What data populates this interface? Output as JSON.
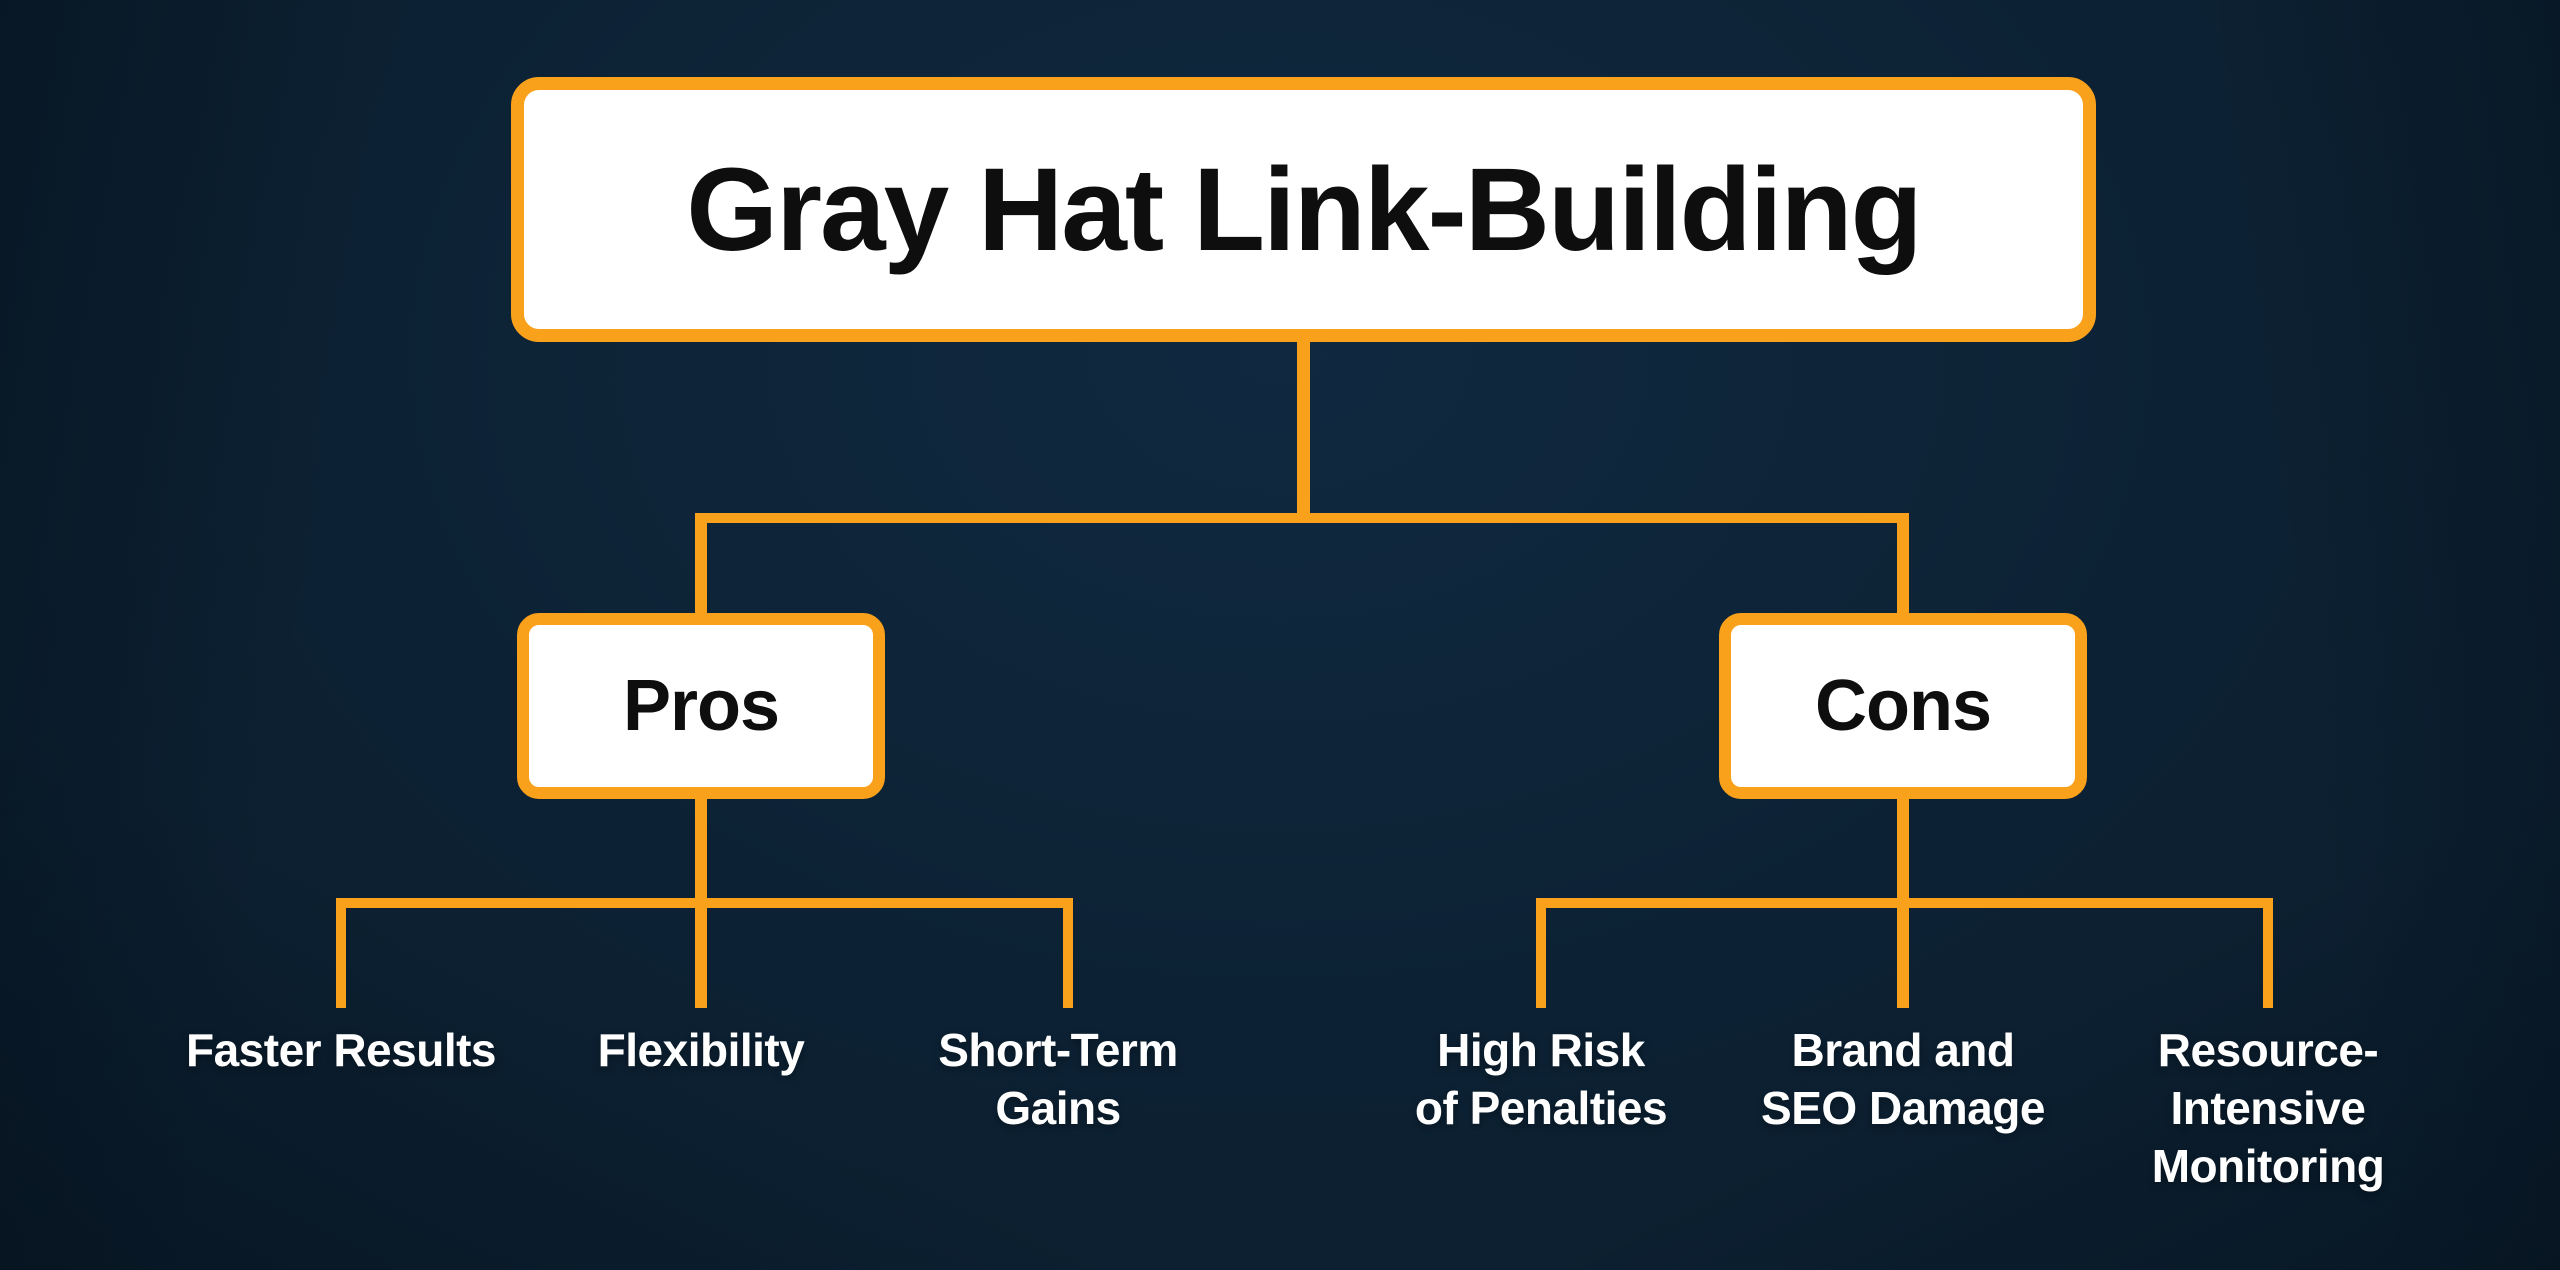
{
  "diagram": {
    "title": "Gray Hat Link-Building",
    "branches": [
      {
        "label": "Pros",
        "children": [
          "Faster Results",
          "Flexibility",
          "Short-Term\nGains"
        ]
      },
      {
        "label": "Cons",
        "children": [
          "High Risk\nof Penalties",
          "Brand and\nSEO Damage",
          "Resource-\nIntensive\nMonitoring"
        ]
      }
    ],
    "colors": {
      "background": "#0C2133",
      "background_shadow": "#040E18",
      "accent_orange": "#F9A11B",
      "node_fill": "#FFFFFF",
      "node_text": "#0E0E0E",
      "leaf_text": "#FFFFFF"
    }
  }
}
